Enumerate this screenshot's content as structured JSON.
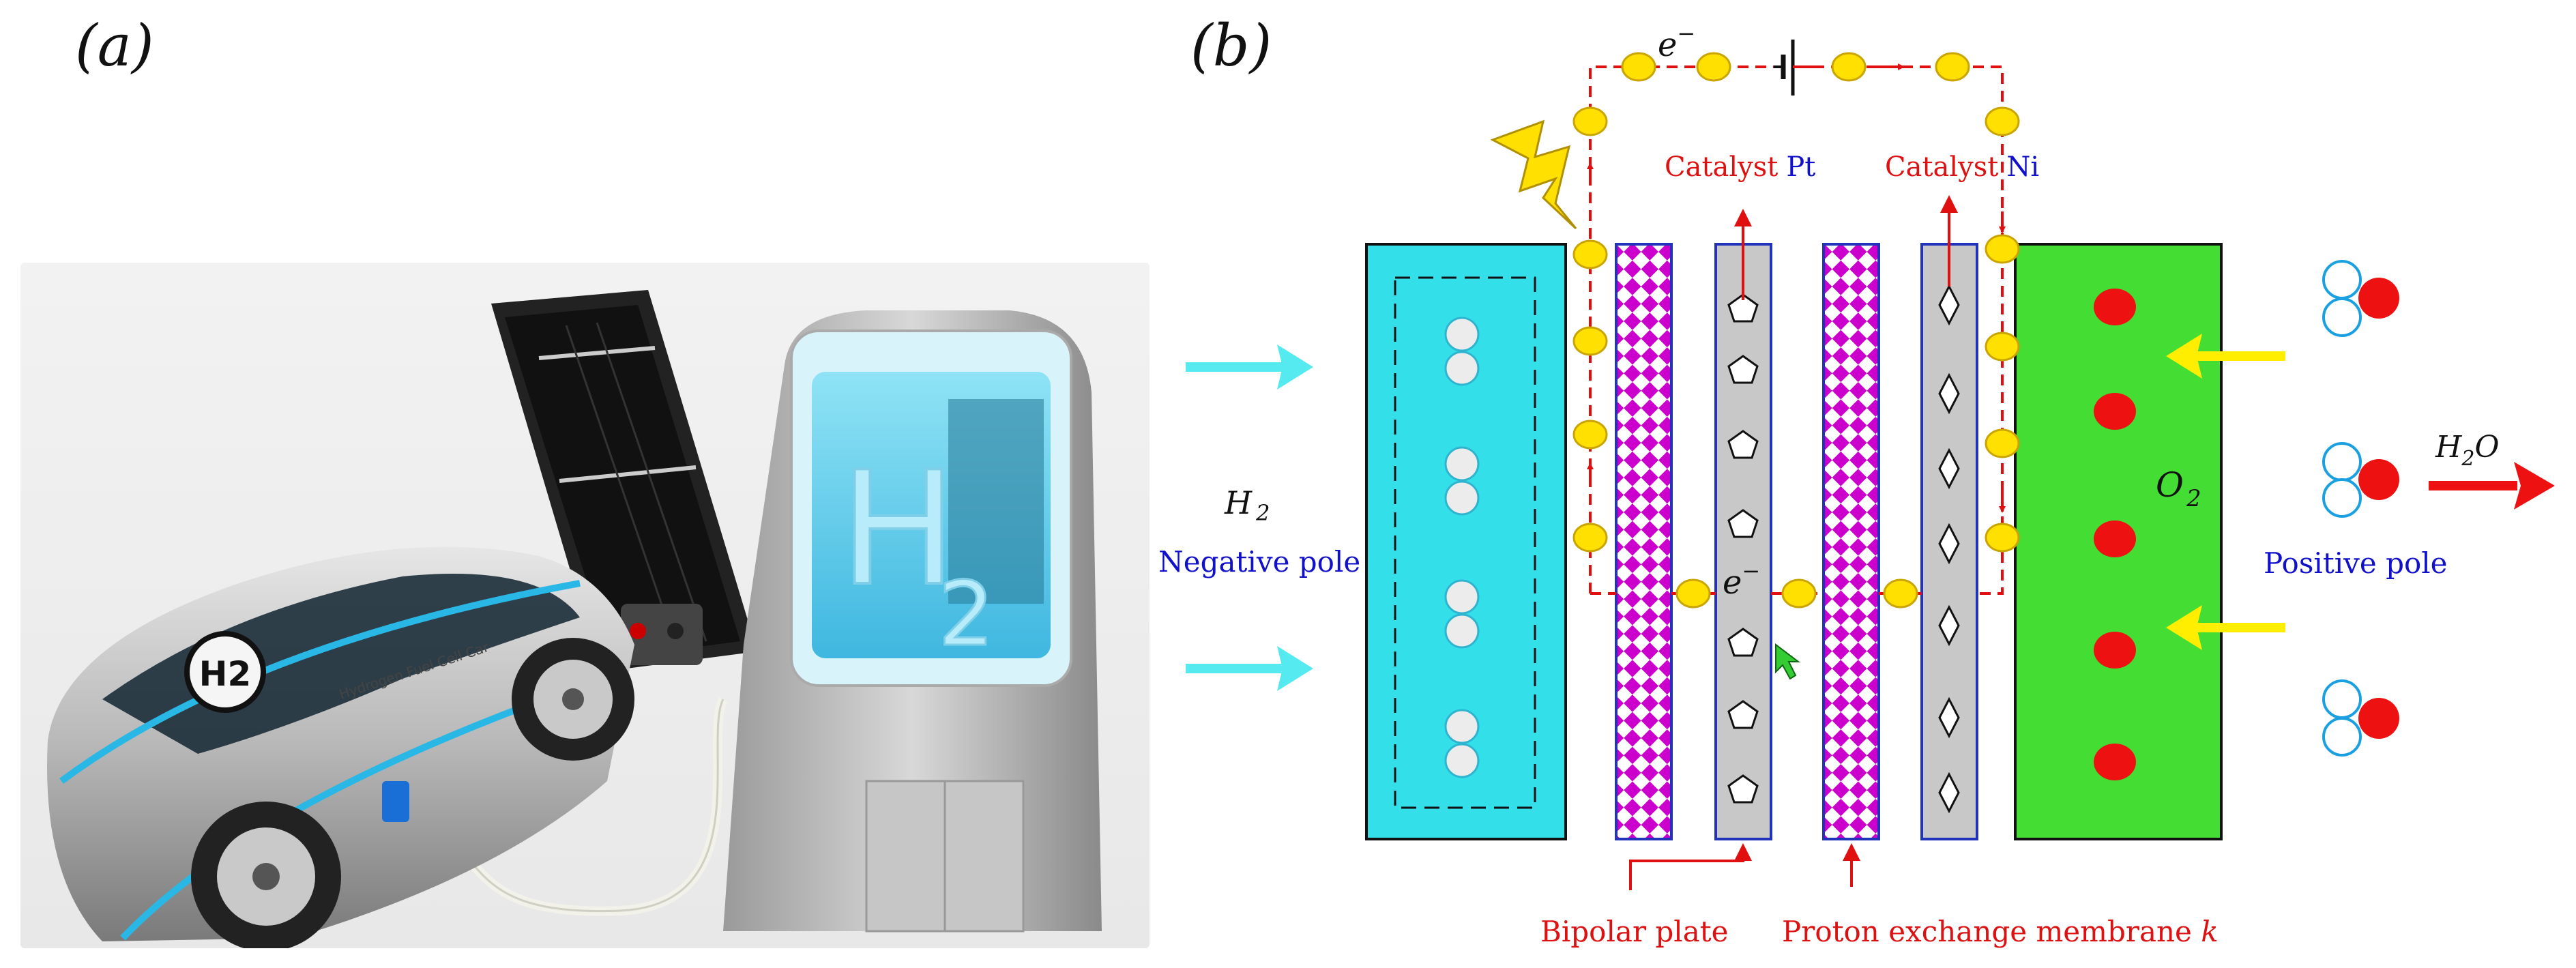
{
  "panels": {
    "a": "(a)",
    "b": "(b)"
  },
  "labels": {
    "h2_main": "H",
    "h2_sub": "2",
    "negative_pole": "Negative pole",
    "positive_pole": "Positive pole",
    "o2_main": "O",
    "o2_sub": "2",
    "h2o_h": "H",
    "h2o_sub": "2",
    "h2o_o": "O",
    "electron_top_main": "e",
    "electron_top_sup": "−",
    "electron_mid_main": "e",
    "electron_mid_sup": "−",
    "catalyst_pt_word": "Catalyst",
    "catalyst_pt_metal": "Pt",
    "catalyst_ni_word": "Catalyst",
    "catalyst_ni_metal": "Ni",
    "bipolar_plate": "Bipolar plate",
    "pem_text": "Proton exchange membrane ",
    "pem_k": "k"
  },
  "photo": {
    "h2_badge": "H2",
    "tank_letter": "H",
    "tank_sub": "2",
    "car_text": "Hydrogen Fuel Cell Car"
  },
  "colors": {
    "cyan_block": "#33e0ea",
    "green_block": "#44dd33",
    "checker_magenta": "#cc00cc",
    "plate_grey": "#c8c8c8",
    "plate_border": "#2233bb",
    "circuit_red": "#e01010",
    "electron_yellow": "#ffe000",
    "arrow_cyan": "#55eaf0",
    "arrow_yellow": "#ffee00",
    "label_blue": "#1111cc",
    "label_red": "#dd1111"
  }
}
